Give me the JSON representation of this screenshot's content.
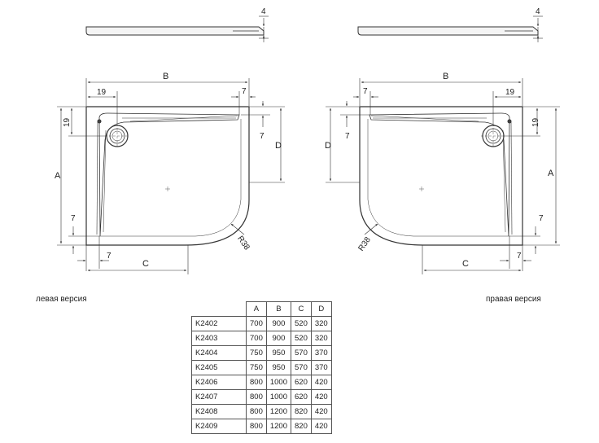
{
  "left_view": {
    "caption": "левая версия",
    "labels": {
      "thickness": "4",
      "A": "A",
      "B": "B",
      "C": "C",
      "D": "D",
      "d19_top": "19",
      "d19_side": "19",
      "d7_top": "7",
      "d7_right": "7",
      "d7_side": "7",
      "d7_bottom": "7",
      "radius": "R38"
    }
  },
  "right_view": {
    "caption": "правая версия",
    "labels": {
      "thickness": "4",
      "A": "A",
      "B": "B",
      "C": "C",
      "D": "D",
      "d19_top": "19",
      "d19_side": "19",
      "d7_top": "7",
      "d7_left": "7",
      "d7_side": "7",
      "d7_bottom": "7",
      "radius": "R38"
    }
  },
  "table": {
    "headers": [
      "",
      "A",
      "B",
      "C",
      "D"
    ],
    "rows": [
      [
        "K2402",
        "700",
        "900",
        "520",
        "320"
      ],
      [
        "K2403",
        "700",
        "900",
        "520",
        "320"
      ],
      [
        "K2404",
        "750",
        "950",
        "570",
        "370"
      ],
      [
        "K2405",
        "750",
        "950",
        "570",
        "370"
      ],
      [
        "K2406",
        "800",
        "1000",
        "620",
        "420"
      ],
      [
        "K2407",
        "800",
        "1000",
        "620",
        "420"
      ],
      [
        "K2408",
        "800",
        "1200",
        "820",
        "420"
      ],
      [
        "K2409",
        "800",
        "1200",
        "820",
        "420"
      ]
    ]
  }
}
